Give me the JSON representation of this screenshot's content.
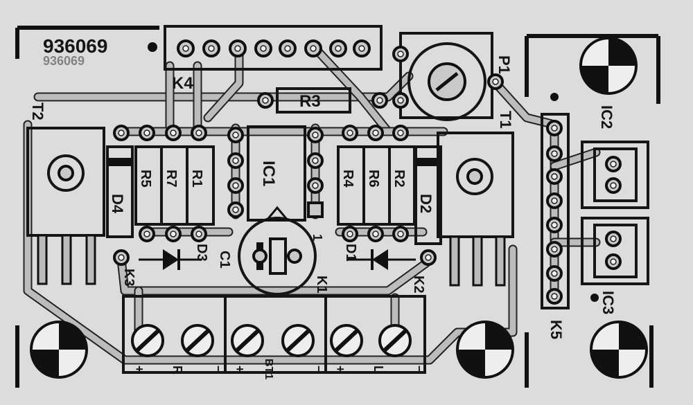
{
  "board": {
    "code": "936069",
    "code_mirror": "936069"
  },
  "labels": {
    "k4": "K4",
    "r3": "R3",
    "p1": "P1",
    "t1": "T1",
    "t2": "T2",
    "ic1": "IC1",
    "ic2": "IC2",
    "ic3": "IC3",
    "r5": "R5",
    "r7": "R7",
    "r1": "R1",
    "r4": "R4",
    "r6": "R6",
    "r2": "R2",
    "d4": "D4",
    "d2": "D2",
    "d3": "D3",
    "d1": "D1",
    "c1": "C1",
    "k1": "K1",
    "k2": "K2",
    "k3": "K3",
    "k5": "K5",
    "pin1": "1"
  },
  "terminal_marks": {
    "k3": [
      "+",
      "R",
      "–"
    ],
    "k1": [
      "+",
      "BT1",
      "–"
    ],
    "k2": [
      "+",
      "L",
      "–"
    ]
  },
  "colors": {
    "background": "#dcdcdc",
    "copper_outline": "#151515",
    "copper_fill": "#bcbcbc"
  }
}
